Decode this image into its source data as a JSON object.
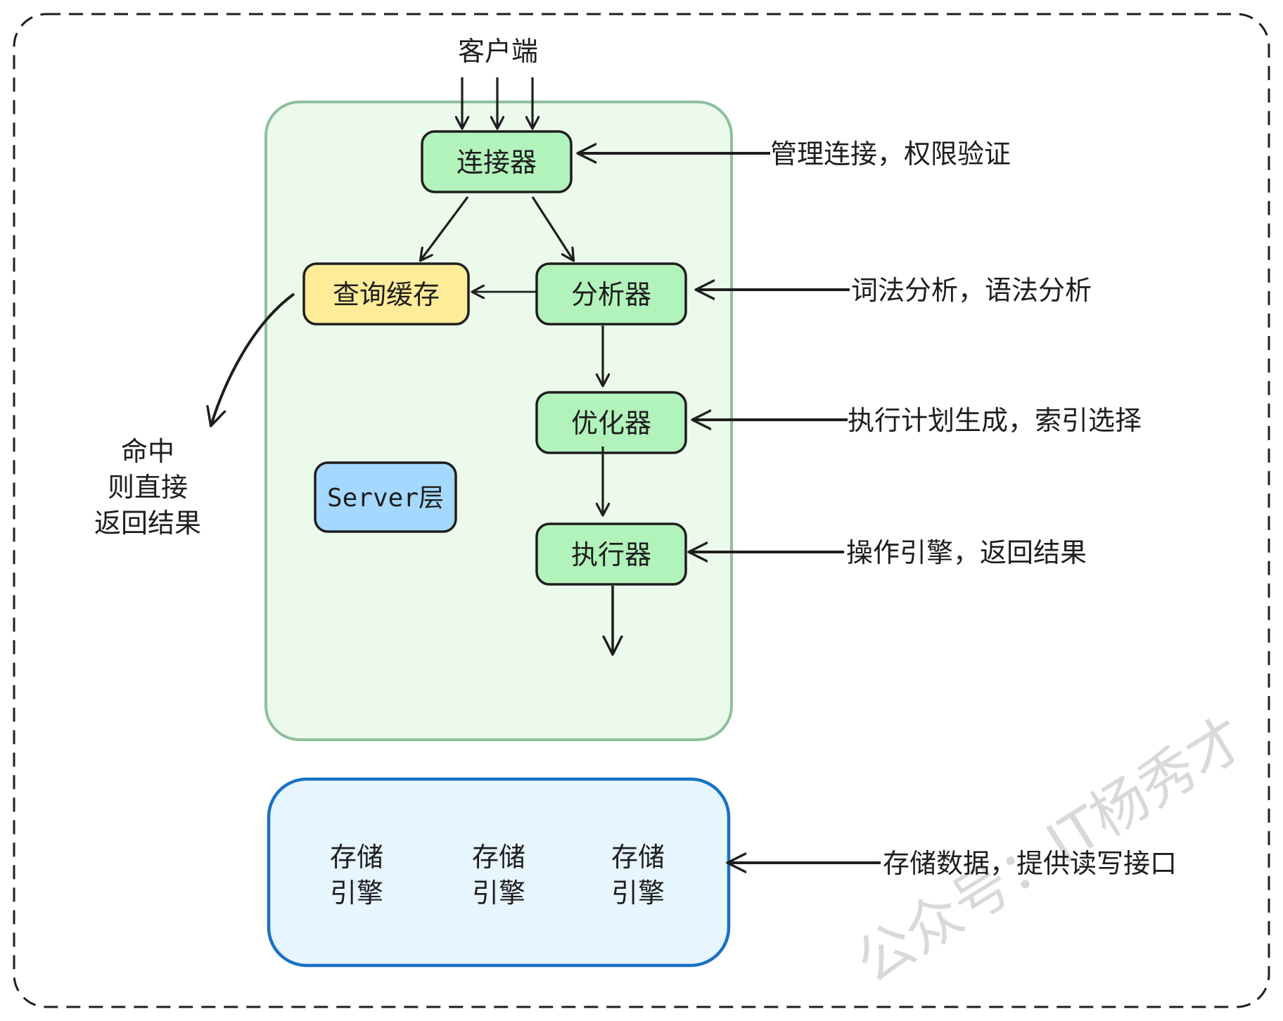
{
  "client_label": "客户端",
  "nodes": {
    "connector": "连接器",
    "query_cache": "查询缓存",
    "analyzer": "分析器",
    "optimizer": "优化器",
    "executor": "执行器",
    "server_layer": "Server层"
  },
  "storage_engines": [
    {
      "line1": "存储",
      "line2": "引擎"
    },
    {
      "line1": "存储",
      "line2": "引擎"
    },
    {
      "line1": "存储",
      "line2": "引擎"
    }
  ],
  "annotations": {
    "connector": "管理连接，权限验证",
    "analyzer": "词法分析，语法分析",
    "optimizer": "执行计划生成，索引选择",
    "executor": "操作引擎，返回结果",
    "storage": "存储数据，提供读写接口"
  },
  "cache_hit": {
    "line1": "命中",
    "line2": "则直接",
    "line3": "返回结果"
  },
  "watermark": "公众号：IT杨秀才",
  "colors": {
    "server_fill": "#ebfaeb",
    "server_stroke": "#8fbf9c",
    "node_green": "#b2f2bb",
    "node_yellow": "#ffec99",
    "node_blue": "#a5d8ff",
    "storage_fill": "#e7f5ff",
    "storage_stroke": "#1971c2",
    "ink": "#1e1e1e"
  }
}
